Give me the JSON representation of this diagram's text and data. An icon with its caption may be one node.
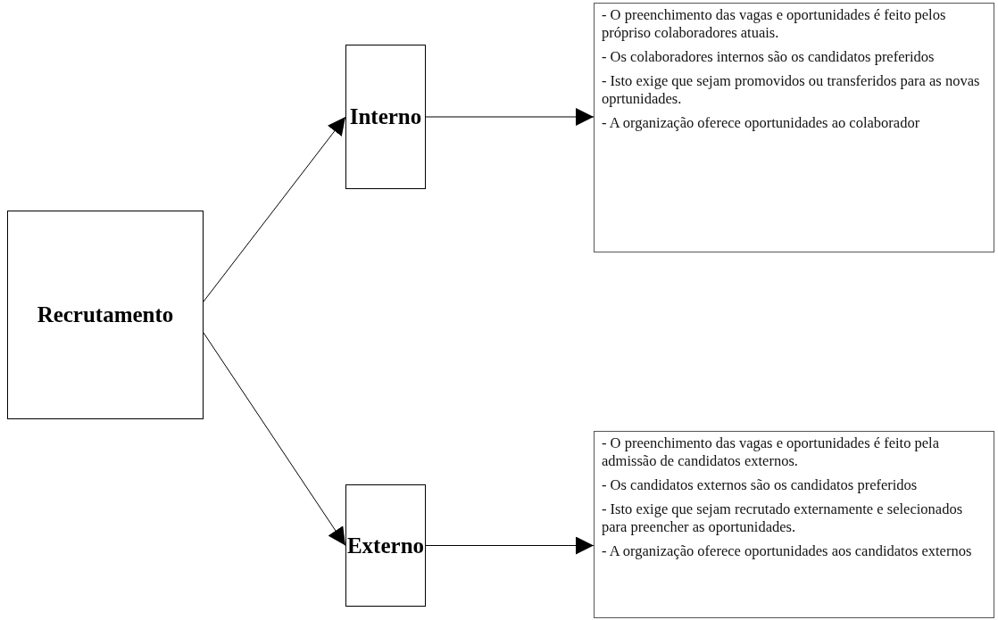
{
  "diagram": {
    "nodes": [
      {
        "text": [
          "Recrutamento"
        ]
      },
      {
        "text": [
          "Interno"
        ]
      },
      {
        "text": [
          "- O preenchimento das vagas e oportunidades é feito pelos própriso colaboradores atuais.",
          "- Os colaboradores internos são os candidatos preferidos",
          "- Isto exige que sejam promovidos ou transferidos para as novas oprtunidades.",
          "- A organização oferece oportunidades ao colaborador"
        ]
      },
      {
        "text": [
          "Externo"
        ]
      },
      {
        "text": [
          "- O preenchimento das vagas e oportunidades é feito pela admissão de candidatos externos.",
          "- Os candidatos externos são os candidatos preferidos",
          "- Isto exige que sejam recrutado externamente e selecionados para preencher as oportunidades.",
          "- A organização oferece oportunidades aos candidatos externos"
        ]
      }
    ],
    "edges": [
      {
        "from": 0,
        "to": 1,
        "arrow": "to"
      },
      {
        "from": 0,
        "to": 3,
        "arrow": "to"
      },
      {
        "from": 1,
        "to": 2,
        "arrow": "to"
      },
      {
        "from": 3,
        "to": 4,
        "arrow": "to"
      }
    ]
  }
}
